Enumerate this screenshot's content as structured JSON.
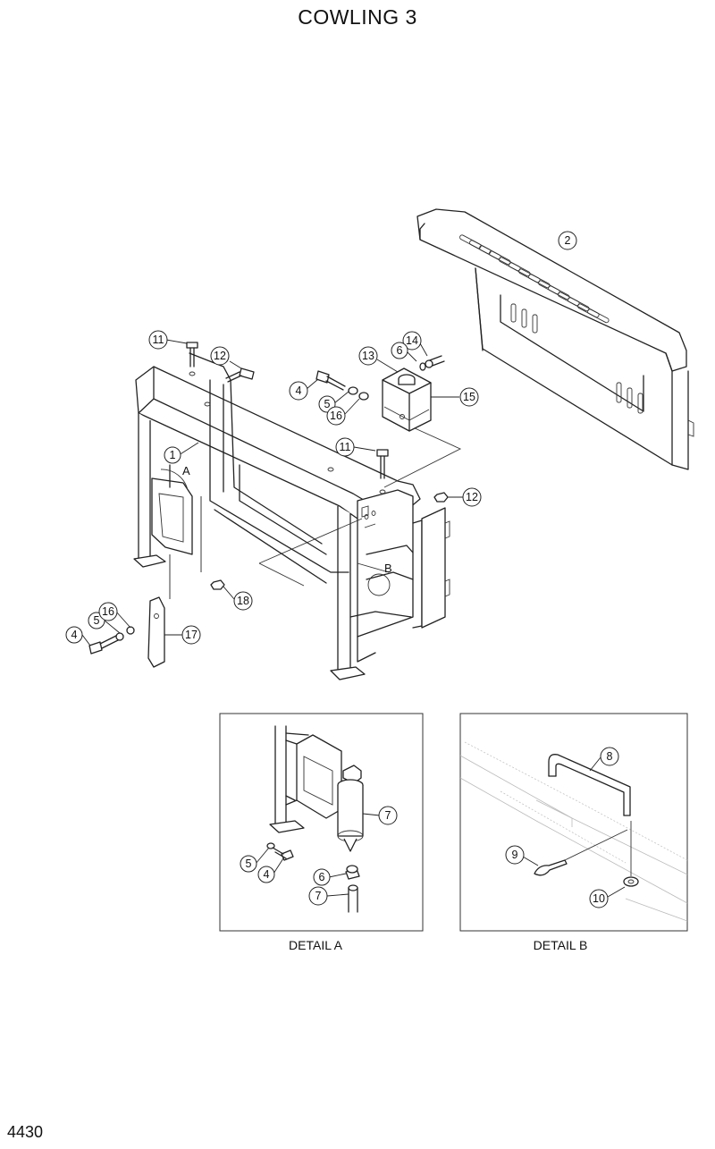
{
  "title": "COWLING 3",
  "page_number": "4430",
  "detail_a": {
    "caption": "DETAIL A",
    "ref_letter": "A"
  },
  "detail_b": {
    "caption": "DETAIL B",
    "ref_letter": "B"
  },
  "callouts": {
    "main": [
      "2",
      "11",
      "12",
      "14",
      "6",
      "13",
      "4",
      "5",
      "16",
      "15",
      "1",
      "11",
      "12",
      "18",
      "5",
      "16",
      "4",
      "17"
    ],
    "detail_a": [
      "7",
      "5",
      "4",
      "6",
      "7"
    ],
    "detail_b": [
      "8",
      "9",
      "10"
    ]
  }
}
